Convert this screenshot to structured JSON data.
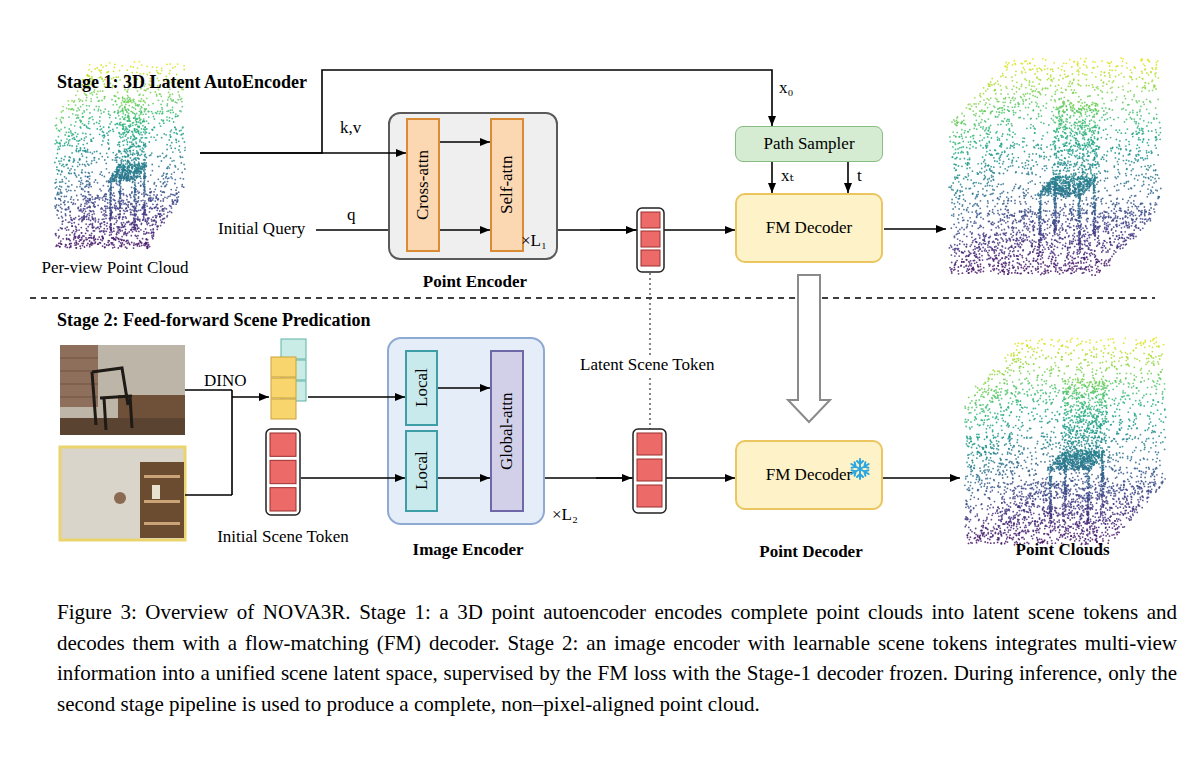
{
  "diagram": {
    "caption": "Figure 3: Overview of NOVA3R. Stage 1: a 3D point autoencoder encodes complete point clouds into latent scene tokens and decodes them with a flow-matching (FM) decoder. Stage 2: an image encoder with learnable scene tokens integrates multi-view information into a unified scene latent space, supervised by the FM loss with the Stage-1 decoder frozen. During inference, only the second stage pipeline is used to produce a complete, non–pixel-aligned point cloud.",
    "nodes": [
      {
        "text": [
          "Per-view Point Cloud"
        ]
      },
      {
        "text": [
          "Point Encoder"
        ]
      },
      {
        "text": [
          "Cross-attn"
        ],
        "in": 1
      },
      {
        "text": [
          "Self-attn"
        ],
        "in": 1
      },
      {
        "text": [
          "Path Sampler"
        ]
      },
      {
        "text": [
          "FM Decoder"
        ]
      },
      {
        "text": [
          "DINO"
        ]
      },
      {
        "text": [
          "Initial Scene Token"
        ]
      },
      {
        "text": [
          "Image Encoder"
        ]
      },
      {
        "text": [
          "Local"
        ],
        "in": 8
      },
      {
        "text": [
          "Local"
        ],
        "in": 8
      },
      {
        "text": [
          "Global-attn"
        ],
        "in": 8
      },
      {
        "text": [
          "FM Decoder",
          "Point Decoder"
        ]
      },
      {
        "text": [
          "Point Clouds"
        ]
      }
    ],
    "edges": [
      {
        "from": 0,
        "to": 2,
        "label": "k,v",
        "arrow": "to"
      },
      {
        "from": 0,
        "to": 4,
        "label": "x₀",
        "arrow": "to"
      },
      {
        "from": 2,
        "to": 3,
        "arrow": "to"
      },
      {
        "from": 2,
        "to": 3,
        "arrow": "to"
      },
      {
        "from": 1,
        "to": 5,
        "arrow": "to"
      },
      {
        "from": 4,
        "to": 5,
        "label": "xₜ",
        "arrow": "to"
      },
      {
        "from": 4,
        "to": 5,
        "label": "t",
        "arrow": "to"
      },
      {
        "from": 5,
        "to": 12,
        "arrow": "to"
      },
      {
        "from": 6,
        "to": 9,
        "arrow": "to"
      },
      {
        "from": 7,
        "to": 10,
        "arrow": "to"
      },
      {
        "from": 9,
        "to": 11,
        "arrow": "to"
      },
      {
        "from": 10,
        "to": 11,
        "arrow": "to"
      },
      {
        "from": 8,
        "to": 12,
        "arrow": "to"
      },
      {
        "from": 12,
        "to": 13,
        "arrow": "to"
      }
    ],
    "labels": [
      "Stage 1: 3D Latent AutoEncoder",
      "Initial Query",
      "q",
      "×L₁",
      "Stage 2: Feed-forward Scene Predication",
      "Latent Scene Token",
      "×L₂"
    ]
  }
}
